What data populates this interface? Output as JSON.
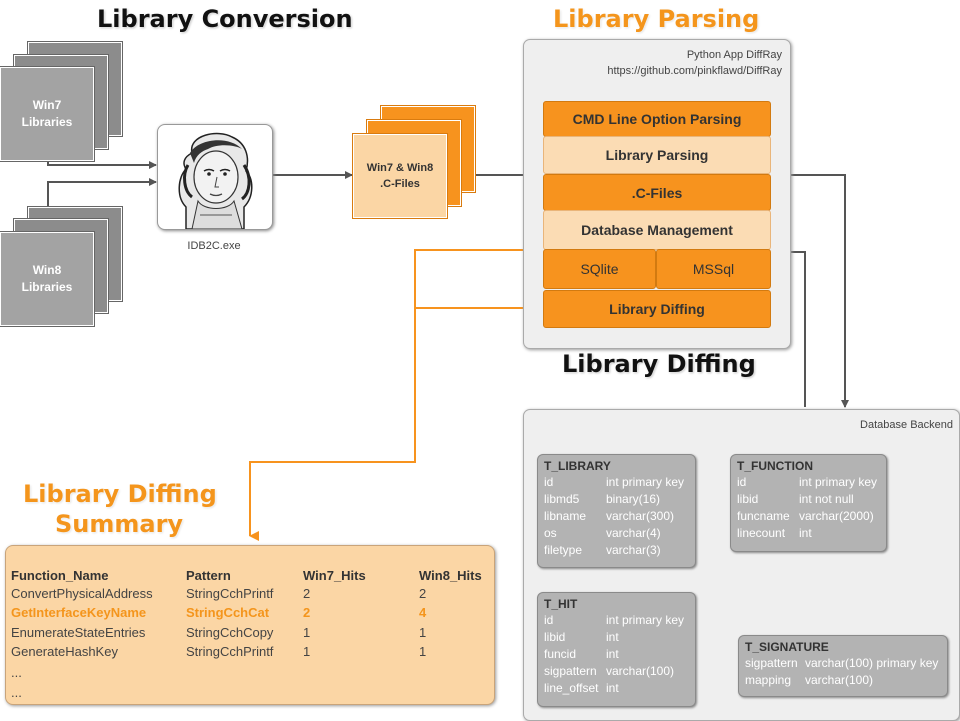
{
  "titles": {
    "conversion": "Library Conversion",
    "parsing": "Library Parsing",
    "diffing": "Library Diffing",
    "summary_line1": "Library Diffing",
    "summary_line2": "Summary"
  },
  "inputs": {
    "win7": "Win7\nLibraries",
    "win8": "Win8\nLibraries"
  },
  "tool": {
    "caption": "IDB2C.exe"
  },
  "cfiles_stack": {
    "label": "Win7 & Win8\n.C-Files"
  },
  "python_app": {
    "line1": "Python App DiffRay",
    "line2": "https://github.com/pinkflawd/DiffRay",
    "cmd": "CMD Line Option Parsing",
    "parsing": "Library Parsing",
    "cfiles": ".C-Files",
    "dbm": "Database Management",
    "sqlite": "SQlite",
    "mssql": "MSSql",
    "diffing": "Library Diffing"
  },
  "db_backend": {
    "label": "Database Backend",
    "t_library": {
      "name": "T_LIBRARY",
      "rows": [
        {
          "field": "id",
          "type": "int primary key"
        },
        {
          "field": "libmd5",
          "type": "binary(16)"
        },
        {
          "field": "libname",
          "type": "varchar(300)"
        },
        {
          "field": "os",
          "type": "varchar(4)"
        },
        {
          "field": "filetype",
          "type": "varchar(3)"
        }
      ]
    },
    "t_function": {
      "name": "T_FUNCTION",
      "rows": [
        {
          "field": "id",
          "type": "int primary key"
        },
        {
          "field": "libid",
          "type": "int not null"
        },
        {
          "field": "funcname",
          "type": "varchar(2000)"
        },
        {
          "field": "linecount",
          "type": "int"
        }
      ]
    },
    "t_hit": {
      "name": "T_HIT",
      "rows": [
        {
          "field": "id",
          "type": "int primary key"
        },
        {
          "field": "libid",
          "type": "int"
        },
        {
          "field": "funcid",
          "type": "int"
        },
        {
          "field": "sigpattern",
          "type": "varchar(100)"
        },
        {
          "field": "line_offset",
          "type": "int"
        }
      ]
    },
    "t_signature": {
      "name": "T_SIGNATURE",
      "rows": [
        {
          "field": "sigpattern",
          "type": "varchar(100) primary key"
        },
        {
          "field": "mapping",
          "type": "varchar(100)"
        }
      ]
    }
  },
  "summary_table": {
    "headers": [
      "Function_Name",
      "Pattern",
      "Win7_Hits",
      "Win8_Hits"
    ],
    "rows": [
      [
        "ConvertPhysicalAddress",
        "StringCchPrintf",
        "2",
        "2"
      ],
      [
        "GetInterfaceKeyName",
        "StringCchCat",
        "2",
        "4"
      ],
      [
        "EnumerateStateEntries",
        "StringCchCopy",
        "1",
        "1"
      ],
      [
        "GenerateHashKey",
        "StringCchPrintf",
        "1",
        "1"
      ],
      [
        "...",
        "",
        "",
        ""
      ],
      [
        "...",
        "",
        "",
        ""
      ]
    ],
    "highlight_row": 1
  },
  "colors": {
    "orange": "#f7931e",
    "light_orange": "#fbd6a5",
    "gray_box": "#a3a3a3",
    "connector": "#555555"
  }
}
